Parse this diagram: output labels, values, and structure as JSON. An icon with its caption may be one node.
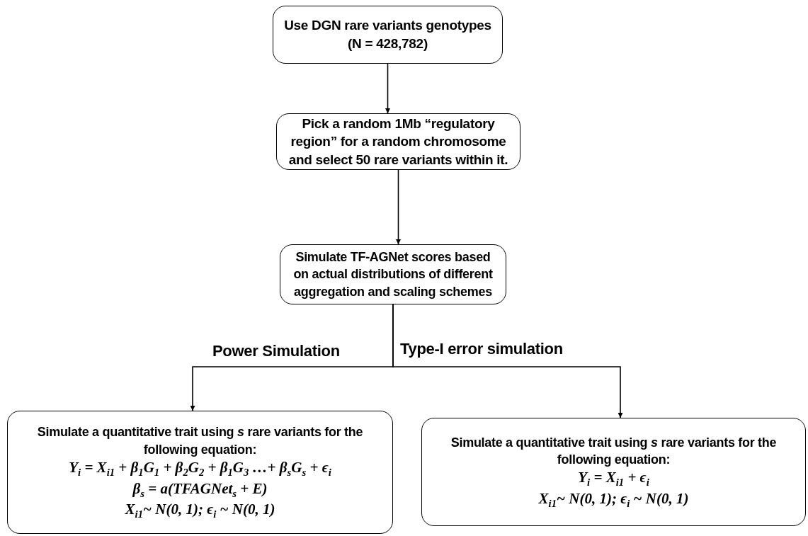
{
  "diagram": {
    "nodes": [
      {
        "text": [
          "Use  DGN rare variants genotypes (N = 428,782)"
        ]
      },
      {
        "text": [
          "Pick a random 1Mb “regulatory region” for a random chromosome and select 50 rare variants within it."
        ]
      },
      {
        "text": [
          "Simulate TF-AGNet scores based on actual distributions of different aggregation and scaling schemes"
        ]
      },
      {
        "text": [
          "Simulate a quantitative trait using *s* rare variants for  the following equation:",
          "Y$_{i}$ =  X$_{i1}$ + β$_{1}$G$_{1}$ + β$_{2}$G$_{2}$ + β$_{1}$G$_{3}$ …+ β$_{s}$G$_{s}$ + ϵ$_{i}$",
          "β$_{s}$ = a(TFAGNet$_{s}$ + E)",
          "X$_{i1}$~ N(0, 1); ϵ$_{i}$ ~ N(0, 1)"
        ]
      },
      {
        "text": [
          "Simulate a quantitative trait using *s* rare variants for  the following equation:",
          "Y$_{i}$ =  X$_{i1}$ +  ϵ$_{i}$",
          "X$_{i1}$~ N(0, 1); ϵ$_{i}$ ~ N(0, 1)"
        ]
      }
    ],
    "edges": [
      {
        "from": 0,
        "to": 1,
        "arrow": "to"
      },
      {
        "from": 1,
        "to": 2,
        "arrow": "to"
      },
      {
        "from": 2,
        "to": 3,
        "arrow": "to",
        "label": "Power Simulation"
      },
      {
        "from": 2,
        "to": 4,
        "arrow": "to",
        "label": "Type-I error simulation"
      }
    ]
  }
}
